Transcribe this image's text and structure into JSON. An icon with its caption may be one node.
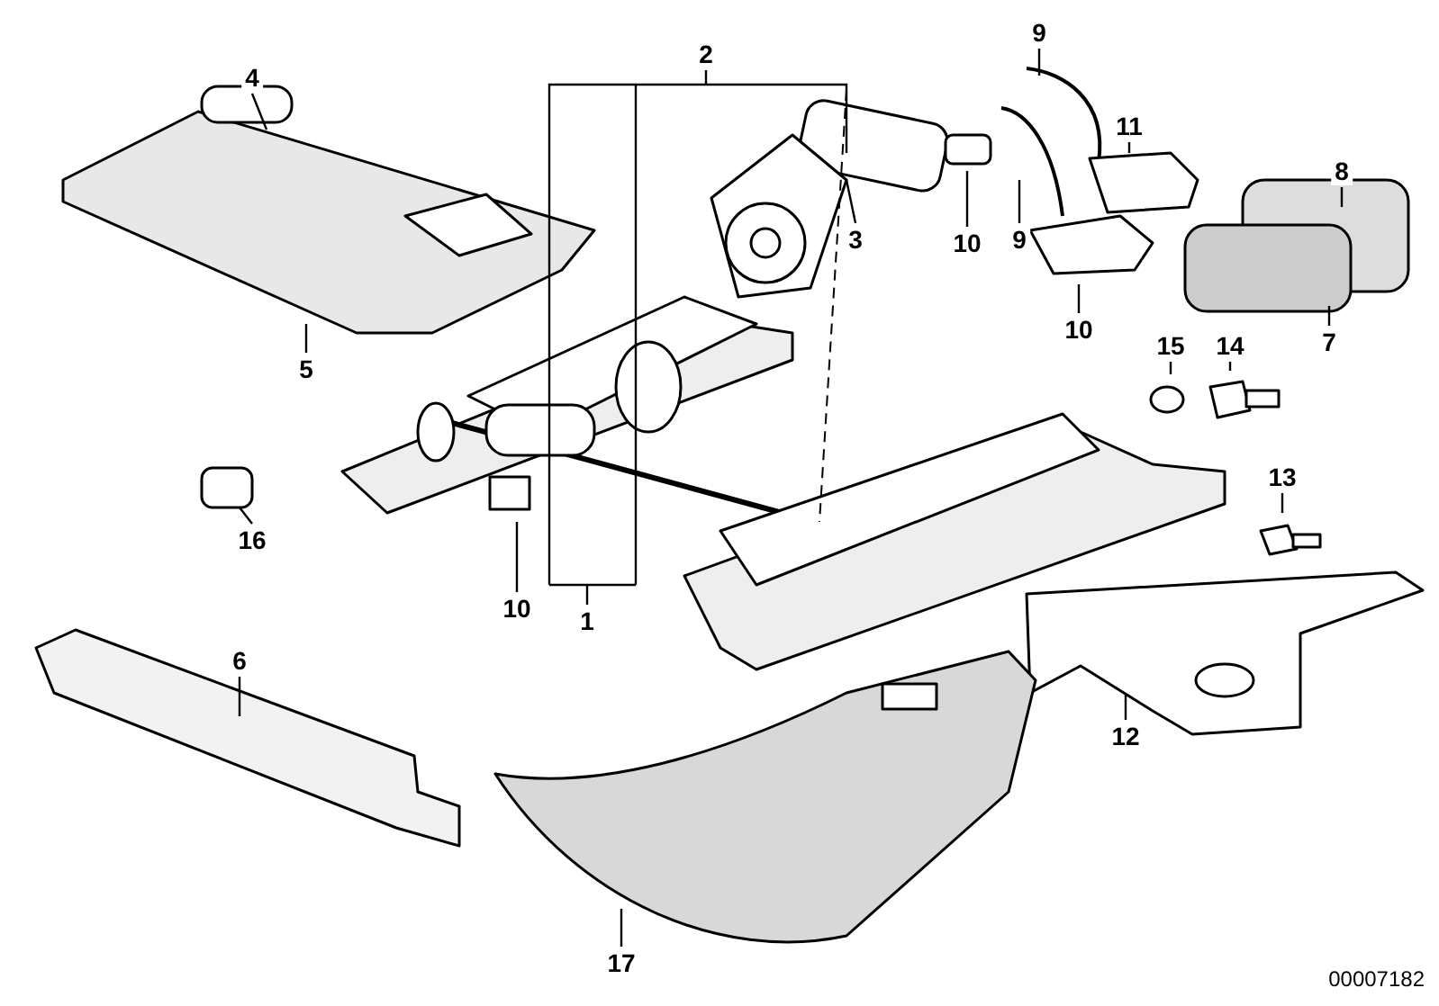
{
  "diagram": {
    "nodes": [
      {
        "text": [
          "4"
        ]
      },
      {
        "text": [
          "2"
        ]
      },
      {
        "text": [
          "9"
        ]
      },
      {
        "text": [
          "11"
        ]
      },
      {
        "text": [
          "8"
        ]
      },
      {
        "text": [
          "3"
        ]
      },
      {
        "text": [
          "10"
        ]
      },
      {
        "text": [
          "9"
        ]
      },
      {
        "text": [
          "10"
        ]
      },
      {
        "text": [
          "7"
        ]
      },
      {
        "text": [
          "15"
        ]
      },
      {
        "text": [
          "14"
        ]
      },
      {
        "text": [
          "5"
        ]
      },
      {
        "text": [
          "13"
        ]
      },
      {
        "text": [
          "16"
        ]
      },
      {
        "text": [
          "10"
        ]
      },
      {
        "text": [
          "1"
        ]
      },
      {
        "text": [
          "6"
        ]
      },
      {
        "text": [
          "12"
        ]
      },
      {
        "text": [
          "17"
        ]
      }
    ],
    "edges": [
      {
        "from": 0,
        "to": null,
        "arrow": "none"
      },
      {
        "from": 1,
        "to": null,
        "arrow": "none"
      },
      {
        "from": 2,
        "to": null,
        "arrow": "none"
      },
      {
        "from": 3,
        "to": null,
        "arrow": "none"
      },
      {
        "from": 4,
        "to": null,
        "arrow": "none"
      },
      {
        "from": 5,
        "to": null,
        "arrow": "none"
      },
      {
        "from": 6,
        "to": null,
        "arrow": "none"
      },
      {
        "from": 7,
        "to": null,
        "arrow": "none"
      },
      {
        "from": 8,
        "to": null,
        "arrow": "none"
      },
      {
        "from": 9,
        "to": null,
        "arrow": "none"
      },
      {
        "from": 10,
        "to": null,
        "arrow": "none"
      },
      {
        "from": 11,
        "to": null,
        "arrow": "none"
      },
      {
        "from": 12,
        "to": null,
        "arrow": "none"
      },
      {
        "from": 13,
        "to": null,
        "arrow": "none"
      },
      {
        "from": 14,
        "to": null,
        "arrow": "none"
      },
      {
        "from": 15,
        "to": null,
        "arrow": "none"
      },
      {
        "from": 16,
        "to": null,
        "arrow": "none"
      },
      {
        "from": 17,
        "to": null,
        "arrow": "none"
      },
      {
        "from": 18,
        "to": null,
        "arrow": "none"
      },
      {
        "from": 19,
        "to": null,
        "arrow": "none"
      }
    ],
    "labels": [
      "00007182"
    ]
  }
}
